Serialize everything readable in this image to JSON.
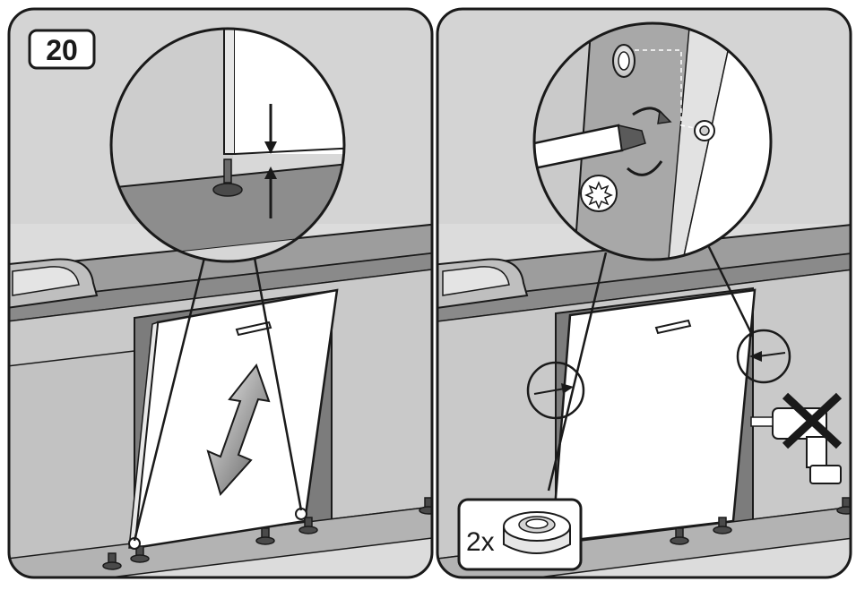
{
  "step_badge": {
    "text": "20"
  },
  "quantity_label": {
    "text": "2x"
  },
  "colors": {
    "outline": "#1a1a1a",
    "wall": "#d7d7d7",
    "cabinet": "#c4c4c4",
    "countertop": "#9a9a9a",
    "plinth": "#b0b0b0",
    "door": "#ffffff",
    "dark_recess": "#7a7a7a",
    "arrow_gradient_light": "#f2f2f2",
    "arrow_gradient_dark": "#5a5a5a"
  },
  "icons": {
    "up_down_arrow": "double-headed-arrow",
    "torx_bit": "torx-star",
    "screwdriver": "screwdriver",
    "drill_forbidden": "cordless-drill-crossed",
    "plug_cap": "plastic-cover-cap"
  }
}
